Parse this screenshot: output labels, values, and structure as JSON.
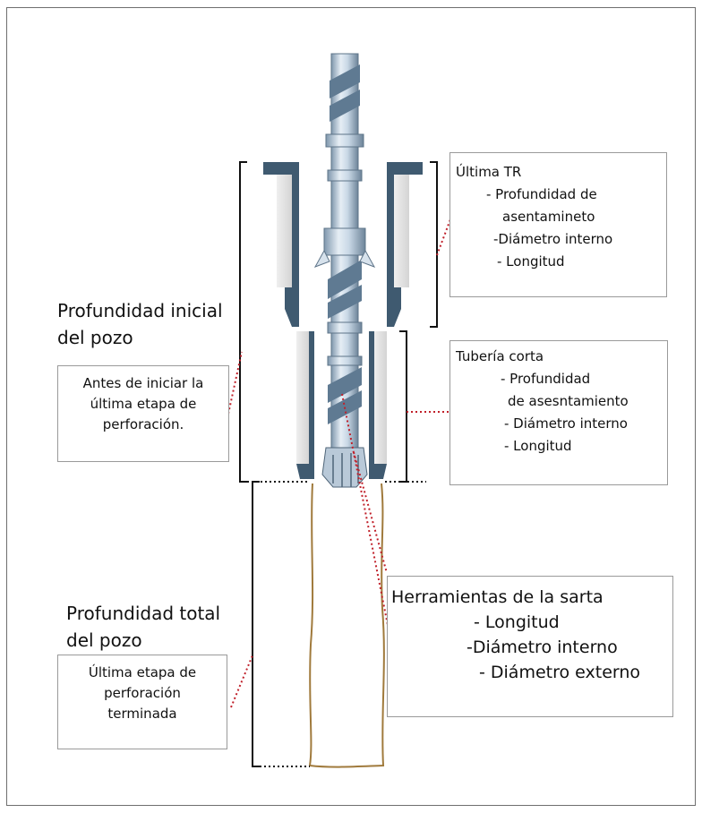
{
  "ultima_tr": {
    "title": "Última TR",
    "items": [
      "- Profundidad de",
      "asentamineto",
      "-Diámetro interno",
      "- Longitud"
    ]
  },
  "tuberia_corta": {
    "title": "Tubería corta",
    "items": [
      "- Profundidad",
      "de asesntamiento",
      "- Diámetro interno",
      "- Longitud"
    ]
  },
  "profundidad_inicial": {
    "heading_line1": "Profundidad inicial",
    "heading_line2": "del pozo",
    "note": [
      "Antes de iniciar la",
      "última etapa de",
      "perforación."
    ]
  },
  "profundidad_total": {
    "heading_line1": "Profundidad total",
    "heading_line2": "del pozo",
    "note": [
      "Última etapa de",
      "perforación",
      "terminada"
    ]
  },
  "herramientas": {
    "title": "Herramientas de la sarta",
    "items": [
      "- Longitud",
      "-Diámetro interno",
      "- Diámetro externo"
    ]
  },
  "colors": {
    "casing": "#3f5a70",
    "cement": "#dcdcdc",
    "pipe_light": "#c9d8e6",
    "pipe_dark": "#7f97ad",
    "borehole": "#a07a3c",
    "leader": "#c0202a"
  }
}
